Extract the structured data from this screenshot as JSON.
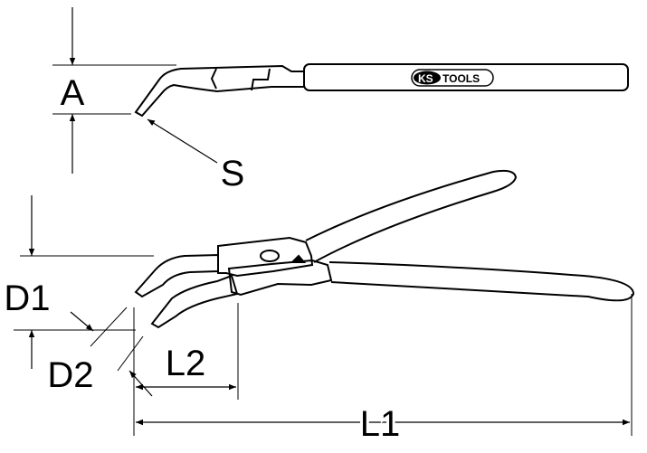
{
  "labels": {
    "A": "A",
    "S": "S",
    "D1": "D1",
    "D2": "D2",
    "L1": "L1",
    "L2": "L2"
  },
  "logo": {
    "brand": "KS TOOLS",
    "ks": "KS",
    "tools": "TOOLS"
  },
  "colors": {
    "line": "#000000",
    "background": "#ffffff"
  }
}
